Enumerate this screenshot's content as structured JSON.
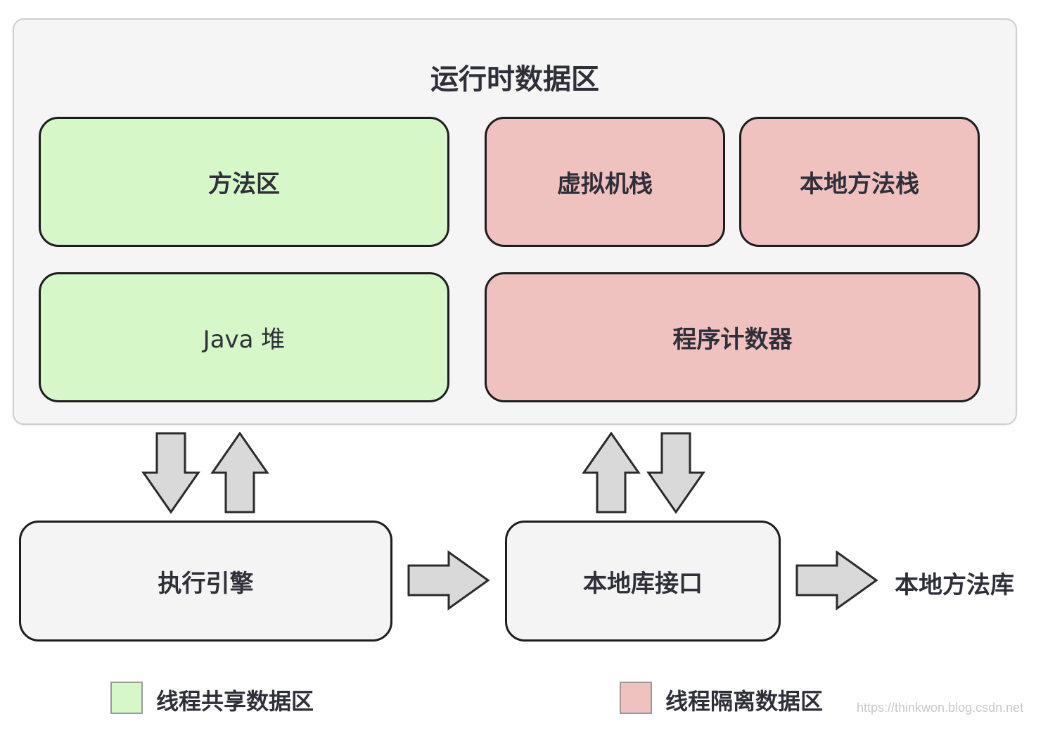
{
  "runtime_area": {
    "title": "运行时数据区",
    "method_area": "方法区",
    "vm_stack": "虚拟机栈",
    "native_method_stack": "本地方法栈",
    "java_heap": "Java 堆",
    "program_counter": "程序计数器"
  },
  "execution_engine": "执行引擎",
  "native_interface": "本地库接口",
  "native_library": "本地方法库",
  "legend": {
    "shared_label": "线程共享数据区",
    "isolated_label": "线程隔离数据区"
  },
  "colors": {
    "shared": "#d6f8c8",
    "isolated": "#f0c2bf",
    "arrow_fill": "#d9d9d9"
  },
  "watermark": "https://thinkwon.blog.csdn.net"
}
